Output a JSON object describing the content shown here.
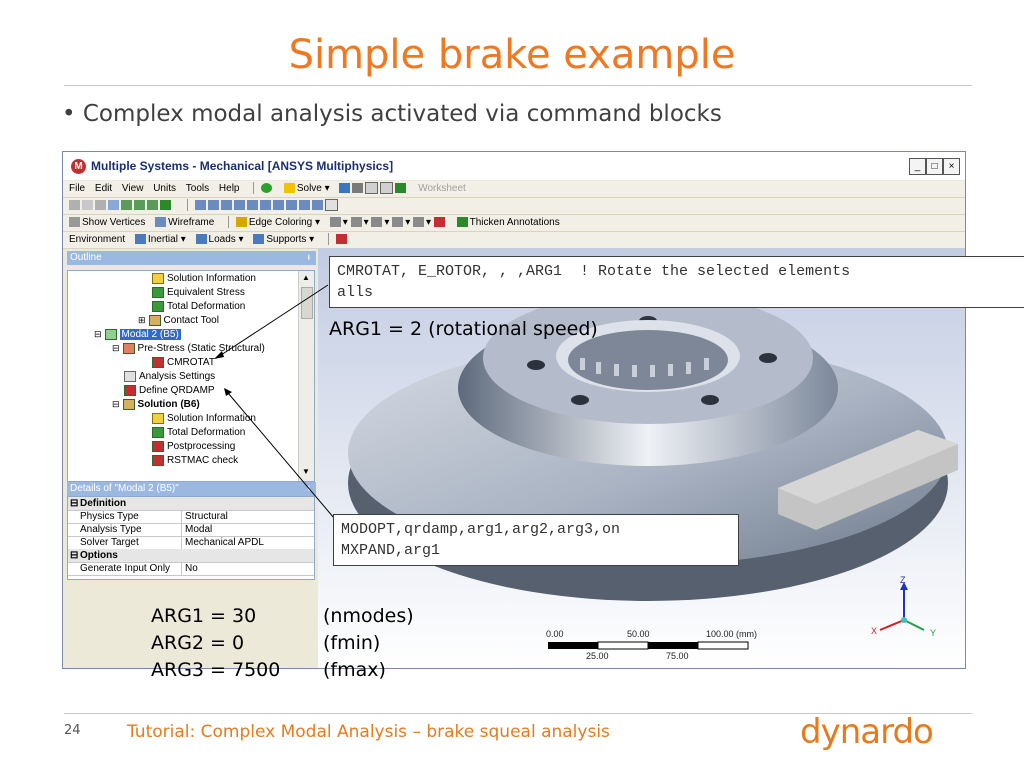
{
  "slide": {
    "title": "Simple brake example",
    "bullet": "• Complex modal analysis activated via command blocks",
    "page_number": "24",
    "footer": "Tutorial: Complex Modal Analysis – brake squeal analysis",
    "logo": "dynardo"
  },
  "window": {
    "title": "Multiple Systems - Mechanical [ANSYS Multiphysics]",
    "min_label": "_",
    "max_label": "□",
    "close_label": "×"
  },
  "menubar": {
    "items": [
      "File",
      "Edit",
      "View",
      "Units",
      "Tools",
      "Help"
    ],
    "solve": "Solve ▾",
    "worksheet": "Worksheet"
  },
  "toolbar2": {
    "show_vertices": "Show Vertices",
    "wireframe": "Wireframe",
    "edge_coloring": "Edge Coloring ▾",
    "thicken": "Thicken Annotations"
  },
  "toolbar3": {
    "environment": "Environment",
    "inertial": "Inertial ▾",
    "loads": "Loads ▾",
    "supports": "Supports ▾"
  },
  "outline": {
    "header": "Outline",
    "pin": "ᵻ",
    "rows": [
      "Solution Information",
      "Equivalent Stress",
      "Total Deformation",
      "Contact Tool",
      "Modal 2 (B5)",
      "Pre-Stress (Static Structural)",
      "CMROTAT",
      "Analysis Settings",
      "Define QRDAMP",
      "Solution (B6)",
      "Solution Information",
      "Total Deformation",
      "Postprocessing",
      "RSTMAC check"
    ]
  },
  "details": {
    "header": "Details of \"Modal 2 (B5)\"",
    "sections": [
      {
        "name": "Definition",
        "rows": [
          {
            "key": "Physics Type",
            "value": "Structural"
          },
          {
            "key": "Analysis Type",
            "value": "Modal"
          },
          {
            "key": "Solver Target",
            "value": "Mechanical APDL"
          }
        ]
      },
      {
        "name": "Options",
        "rows": [
          {
            "key": "Generate Input Only",
            "value": "No"
          }
        ]
      }
    ]
  },
  "callouts": {
    "cmrotat": "CMROTAT, E_ROTOR, , ,ARG1  ! Rotate the selected elements\nalls",
    "arg_speed": "ARG1 = 2 (rotational speed)",
    "modopt": "MODOPT,qrdamp,arg1,arg2,arg3,on\nMXPAND,arg1"
  },
  "args": [
    {
      "name": "ARG1 = 30",
      "desc": "(nmodes)"
    },
    {
      "name": "ARG2 = 0",
      "desc": "(fmin)"
    },
    {
      "name": "ARG3 = 7500",
      "desc": "(fmax)"
    }
  ],
  "scale_bar": {
    "top_labels": [
      "0.00",
      "50.00",
      "100.00 (mm)"
    ],
    "bottom_labels": [
      "25.00",
      "75.00"
    ]
  },
  "triad": {
    "z": "Z",
    "x": "X",
    "y": "Y"
  },
  "colors": {
    "accent": "#f07820",
    "footer": "#e67b1e",
    "outline_header": "#9bb8e0"
  }
}
